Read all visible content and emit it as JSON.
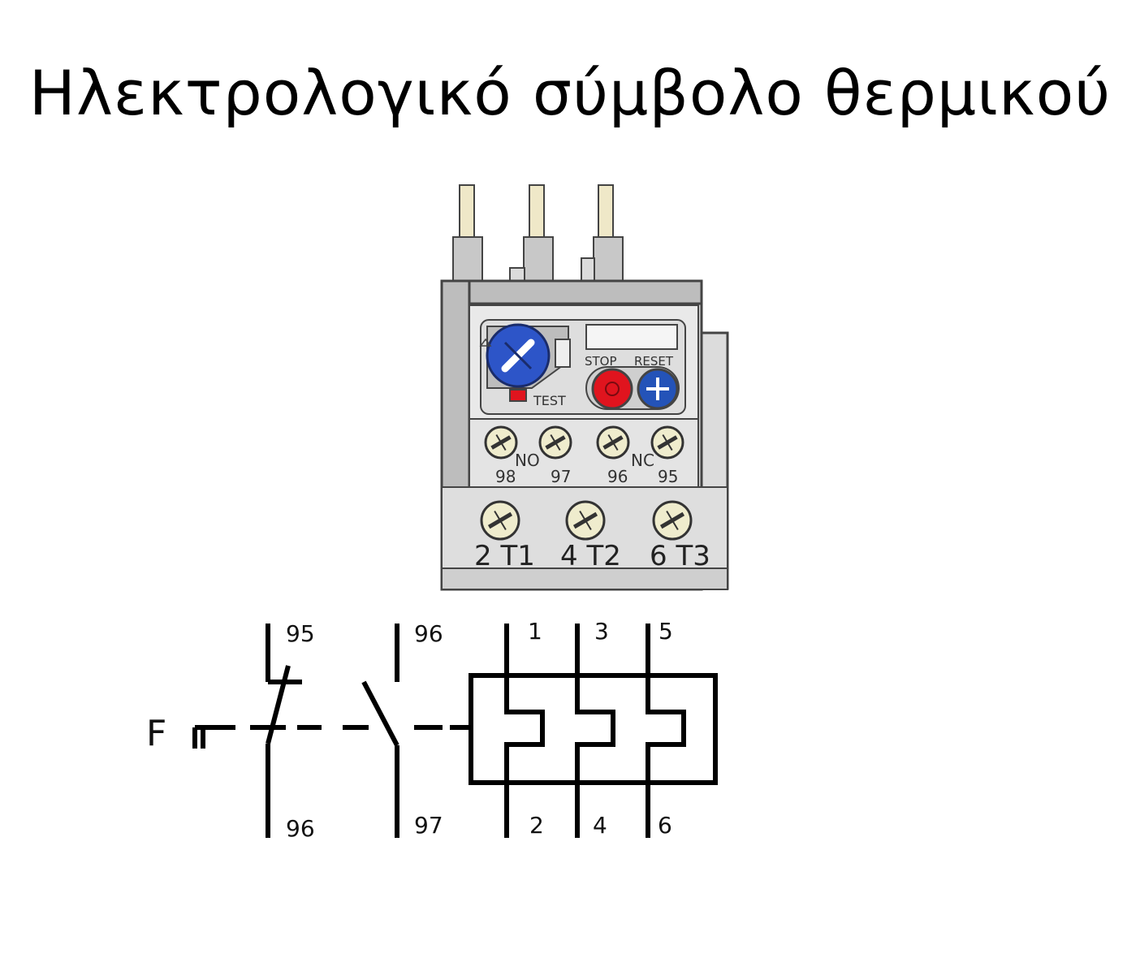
{
  "title": "Ηλεκτρολογικό σύμβολο θερμικού",
  "device": {
    "buttons": {
      "stop": "STOP",
      "reset": "RESET",
      "test": "TEST"
    },
    "aux_group_labels": {
      "no": "NO",
      "nc": "NC"
    },
    "aux_terminals": [
      "98",
      "97",
      "96",
      "95"
    ],
    "main_terminals": [
      "2 T1",
      "4 T2",
      "6 T3"
    ],
    "colors": {
      "dial": "#2d55c8",
      "stop": "#e0141e",
      "reset": "#2453b8",
      "body": "#d6d6d6",
      "terminal": "#efeccd"
    }
  },
  "schematic": {
    "device_label": "F",
    "nc_contact": {
      "top": "95",
      "bottom": "96"
    },
    "no_contact": {
      "top": "96",
      "bottom": "97"
    },
    "main_top": [
      "1",
      "3",
      "5"
    ],
    "main_bottom": [
      "2",
      "4",
      "6"
    ]
  }
}
